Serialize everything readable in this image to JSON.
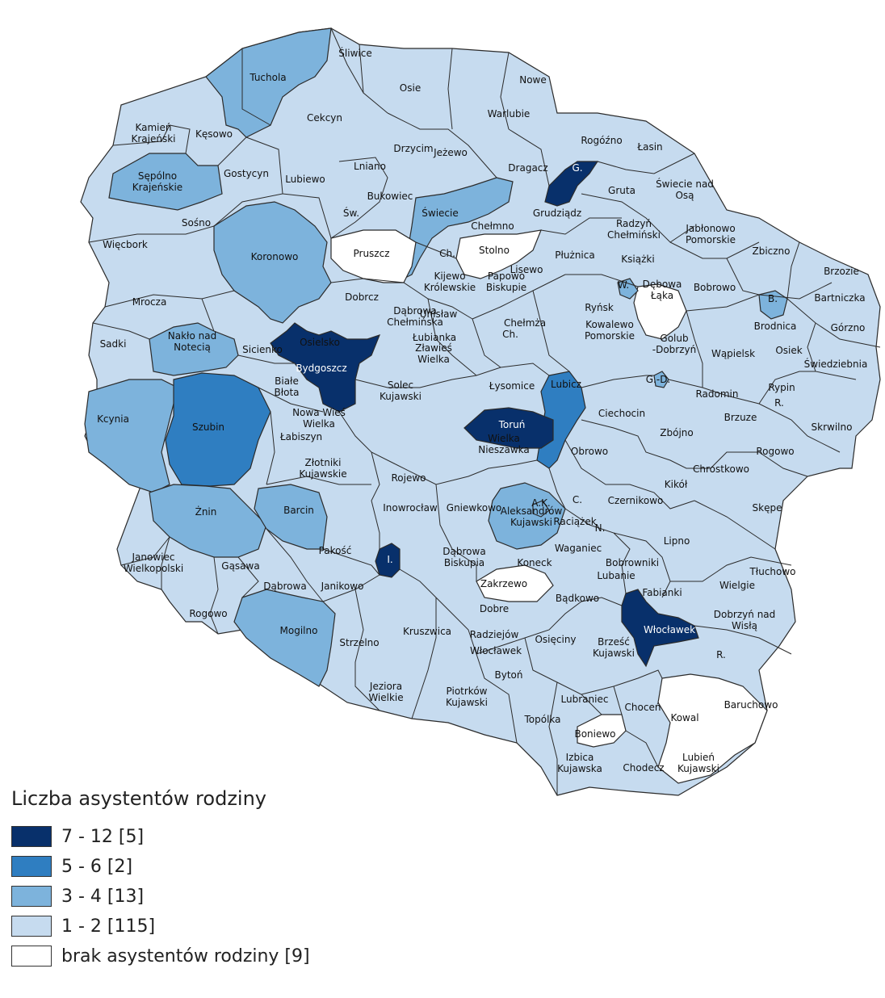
{
  "colors": {
    "c1": "#08306b",
    "c2": "#2f7ec1",
    "c3": "#7db3dc",
    "c4": "#c6dbef",
    "c5": "#ffffff",
    "border": "#2b2b2b"
  },
  "legend": {
    "title": "Liczba asystentów rodziny",
    "items": [
      {
        "label": "7 - 12 [5]",
        "color": "#08306b"
      },
      {
        "label": "5 - 6 [2]",
        "color": "#2f7ec1"
      },
      {
        "label": "3 - 4 [13]",
        "color": "#7db3dc"
      },
      {
        "label": "1 - 2 [115]",
        "color": "#c6dbef"
      },
      {
        "label": "brak asystentów rodziny [9]",
        "color": "#ffffff"
      }
    ]
  },
  "map": {
    "labels": [
      "Śliwice",
      "Tuchola",
      "Osie",
      "Nowe",
      "Cekcyn",
      "Warlubie",
      "Kamień Krajeński",
      "Kęsowo",
      "Drzycim",
      "Jeżewo",
      "Rogóźno",
      "Łasin",
      "Lniano",
      "Dragacz",
      "G.",
      "Gostycyn",
      "Lubiewo",
      "Sępólno Krajeńskie",
      "Gruta",
      "Świecie nad Osą",
      "Bukowiec",
      "Świecie",
      "Grudziądz",
      "Radzyń Chełmiński",
      "Jabłonowo Pomorskie",
      "Sośno",
      "Św.",
      "Chełmno",
      "Więcbork",
      "Koronowo",
      "Pruszcz",
      "Stolno",
      "Płużnica",
      "Książki",
      "Zbiczno",
      "Brzozie",
      "Ch.",
      "Lisewo",
      "Bobrowo",
      "Bartniczka",
      "Mrocza",
      "Dobrcz",
      "Kijewo Królewskie",
      "Papowo Biskupie",
      "Ryńsk",
      "Dębowa Łąka",
      "B.",
      "Unisław",
      "W.",
      "Chełmża",
      "Brodnica",
      "Górzno",
      "Sadki",
      "Nakło nad Notecią",
      "Sicienko",
      "Osielsko",
      "Dąbrowa Chełmińska",
      "Ch.",
      "Kowalewo Pomorskie",
      "Golub -Dobrzyń",
      "Wąpielsk",
      "Osiek",
      "Świedziebnia",
      "Bydgoszcz",
      "Łubianka",
      "G.-D.",
      "Zławieś Wielka",
      "Łysomice",
      "Rypin",
      "Białe Błota",
      "Lubicz",
      "Radomin",
      "R.",
      "Ciechocin",
      "Kcynia",
      "Szubin",
      "Solec Kujawski",
      "Nowa Wieś Wielka",
      "Toruń",
      "Brzuze",
      "Skrwilno",
      "Zbójno",
      "Rogowo",
      "Łabiszyn",
      "Obrowo",
      "Wielka Nieszawka",
      "Chrostkowo",
      "Złotniki Kujawskie",
      "Rojewo",
      "Kikół",
      "Czernikowo",
      "A.K.",
      "C.",
      "Gniewkowo",
      "Skępe",
      "Żnin",
      "Barcin",
      "Aleksandrów Kujawski",
      "Raciążek",
      "N.",
      "Inowrocław",
      "Lipno",
      "Janowiec Wielkopolski",
      "Pakość",
      "Dąbrowa Biskupia",
      "Waganiec",
      "Gąsawa",
      "I.",
      "Koneck",
      "Bobrowniki",
      "Tłuchowo",
      "Dąbrowa",
      "Janikowo",
      "Lubanie",
      "Zakrzewo",
      "Wielgie",
      "Fabianki",
      "Rogowo",
      "Bądkowo",
      "Dobrzyń nad Wisłą",
      "Dobre",
      "Włocławek",
      "Mogilno",
      "Strzelno",
      "Kruszwica",
      "Radziejów",
      "Osięciny",
      "Brześć Kujawski",
      "Włocławek",
      "R.",
      "Bytoń",
      "Jeziora Wielkie",
      "Piotrków Kujawski",
      "Lubraniec",
      "Choceń",
      "Baruchowo",
      "Kowal",
      "Topólka",
      "Boniewo",
      "Izbica Kujawska",
      "Chodecz",
      "Lubień Kujawski"
    ]
  }
}
